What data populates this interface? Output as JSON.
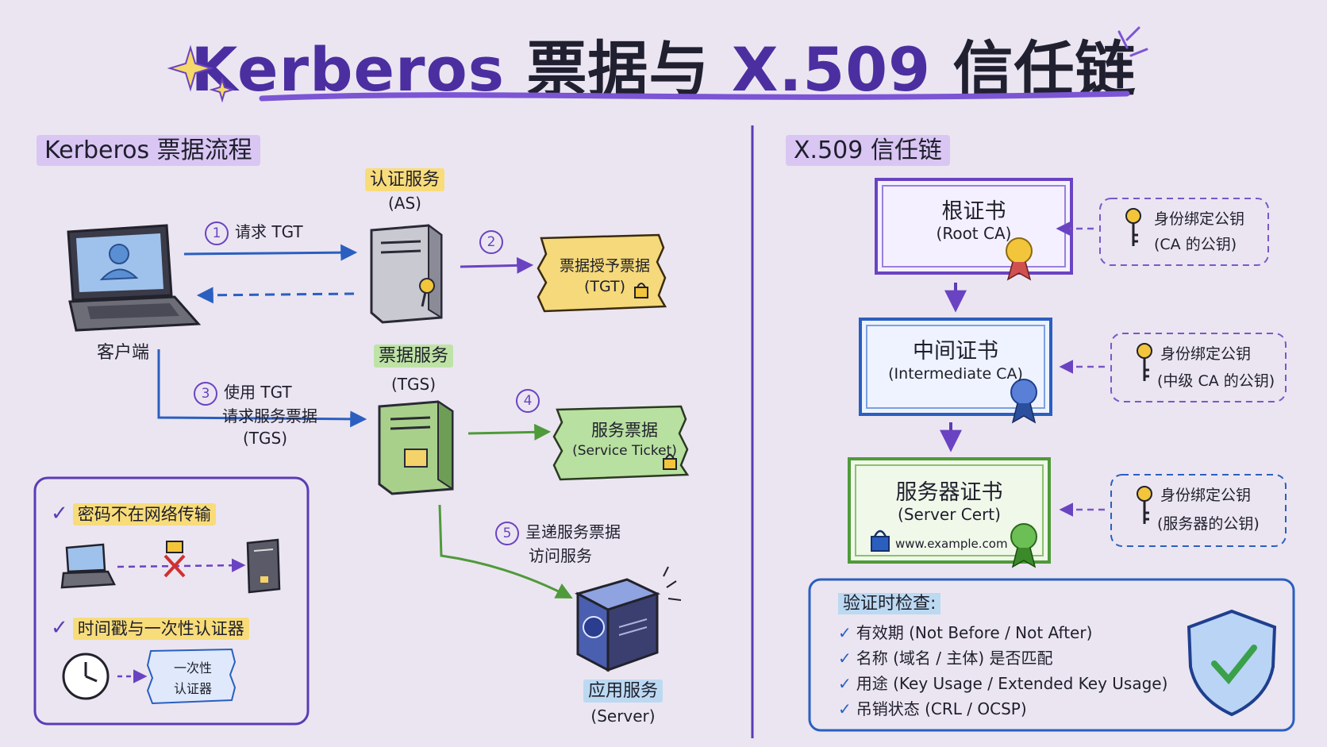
{
  "title": {
    "latin1": "Kerberos",
    "cn1": "票据与",
    "latin2": "X.509",
    "cn2": "信任链"
  },
  "left": {
    "section_title": "Kerberos 票据流程",
    "client_label": "客户端",
    "as": {
      "name": "认证服务",
      "abbr": "(AS)"
    },
    "tgs": {
      "name": "票据服务",
      "abbr": "(TGS)"
    },
    "app": {
      "name": "应用服务",
      "abbr": "(Server)"
    },
    "steps": {
      "s1": {
        "num": "1",
        "text": "请求 TGT"
      },
      "s2": {
        "num": "2"
      },
      "s3": {
        "num": "3",
        "line1": "使用 TGT",
        "line2": "请求服务票据",
        "line3": "(TGS)"
      },
      "s4": {
        "num": "4"
      },
      "s5": {
        "num": "5",
        "line1": "呈递服务票据",
        "line2": "访问服务"
      }
    },
    "tgt_ticket": {
      "line1": "票据授予票据",
      "line2": "(TGT)"
    },
    "service_ticket": {
      "line1": "服务票据",
      "line2": "(Service Ticket)"
    },
    "notes": {
      "item1": "密码不在网络传输",
      "item2": "时间戳与一次性认证器",
      "authenticator_line1": "一次性",
      "authenticator_line2": "认证器"
    }
  },
  "right": {
    "section_title": "X.509 信任链",
    "root": {
      "title": "根证书",
      "sub": "(Root CA)",
      "key_line1": "身份绑定公钥",
      "key_line2": "(CA 的公钥)"
    },
    "intermediate": {
      "title": "中间证书",
      "sub": "(Intermediate CA)",
      "key_line1": "身份绑定公钥",
      "key_line2": "(中级 CA 的公钥)"
    },
    "server": {
      "title": "服务器证书",
      "sub": "(Server Cert)",
      "domain": "www.example.com",
      "key_line1": "身份绑定公钥",
      "key_line2": "(服务器的公钥)"
    },
    "verify": {
      "title": "验证时检查:",
      "items": [
        "有效期 (Not Before / Not After)",
        "名称 (域名 / 主体) 是否匹配",
        "用途 (Key Usage / Extended Key Usage)",
        "吊销状态 (CRL / OCSP)"
      ]
    }
  },
  "colors": {
    "purple": "#6a43c2",
    "blue": "#2a5fc0",
    "green": "#4f9a3a",
    "yellow": "#f3d36a"
  }
}
